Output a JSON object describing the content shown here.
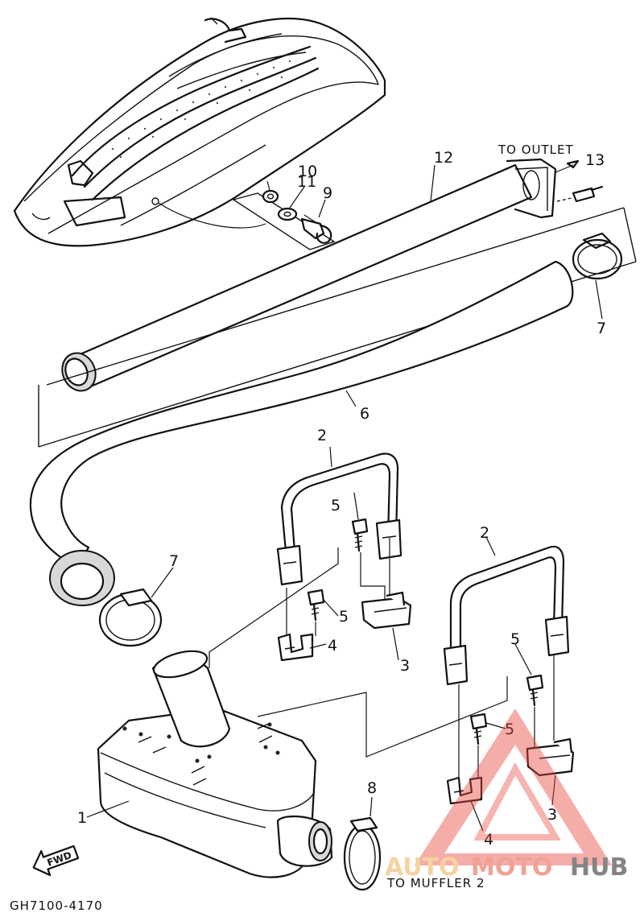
{
  "diagram": {
    "diagram_code": "GH7100-4170",
    "direction_badge": "FWD",
    "notes": {
      "to_outlet": "TO OUTLET",
      "to_muffler": "TO MUFFLER 2"
    },
    "callouts": [
      "1",
      "2",
      "2",
      "3",
      "3",
      "4",
      "4",
      "5",
      "5",
      "5",
      "5",
      "6",
      "7",
      "7",
      "8",
      "9",
      "10",
      "11",
      "12",
      "13"
    ]
  },
  "watermark": {
    "part1": "AUTO",
    "part2": "MOTO",
    "part3": "HUB",
    "colors": {
      "auto": "#f2c98a",
      "moto": "#f08a7a",
      "hub": "#666666",
      "triangle": "#e8463c"
    }
  }
}
